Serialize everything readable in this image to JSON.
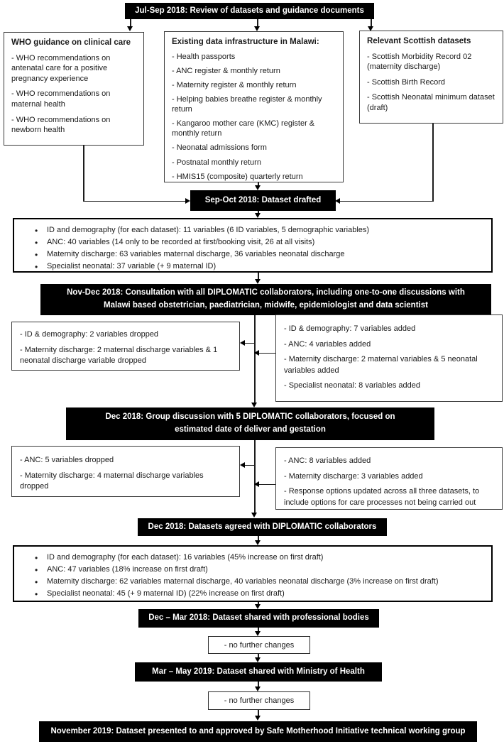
{
  "header": {
    "title": "Jul-Sep 2018: Review of datasets and guidance documents"
  },
  "sources": {
    "who": {
      "title": "WHO guidance on clinical care",
      "items": [
        "- WHO recommendations on antenatal care for a positive pregnancy experience",
        "- WHO recommendations on maternal health",
        "- WHO recommendations on newborn health"
      ]
    },
    "malawi": {
      "title": "Existing data infrastructure in Malawi:",
      "items": [
        "- Health passports",
        "- ANC register & monthly return",
        "- Maternity register & monthly return",
        "- Helping babies breathe register & monthly return",
        "- Kangaroo mother care (KMC) register & monthly return",
        "- Neonatal admissions form",
        "- Postnatal monthly return",
        "- HMIS15 (composite) quarterly return"
      ]
    },
    "scottish": {
      "title": "Relevant Scottish datasets",
      "items": [
        "- Scottish Morbidity Record 02 (maternity discharge)",
        "- Scottish Birth Record",
        "- Scottish Neonatal minimum dataset (draft)"
      ]
    }
  },
  "drafted": {
    "title": "Sep-Oct 2018:  Dataset drafted",
    "bullets": [
      "ID and demography (for each dataset): 11 variables (6 ID variables, 5 demographic variables)",
      "ANC: 40 variables (14 only to be recorded at first/booking visit, 26 at all visits)",
      "Maternity discharge: 63 variables maternal discharge, 36 variables neonatal discharge",
      "Specialist neonatal: 37 variable (+ 9 maternal ID)"
    ]
  },
  "consultation": {
    "title": "Nov-Dec 2018: Consultation with all DIPLOMATIC collaborators, including one-to-one discussions with Malawi based obstetrician, paediatrician, midwife, epidemiologist and data scientist",
    "dropped": [
      "- ID & demography: 2 variables dropped",
      "- Maternity discharge: 2 maternal discharge variables & 1 neonatal discharge variable dropped"
    ],
    "added": [
      "- ID & demography: 7 variables added",
      "- ANC: 4 variables added",
      "- Maternity discharge: 2 maternal variables & 5 neonatal variables added",
      "- Specialist neonatal: 8 variables added"
    ]
  },
  "group_discussion": {
    "title": "Dec 2018: Group discussion with 5 DIPLOMATIC collaborators, focused on estimated date of deliver and gestation",
    "dropped": [
      "- ANC: 5 variables dropped",
      "- Maternity discharge: 4 maternal discharge variables dropped"
    ],
    "added": [
      "- ANC: 8 variables added",
      "- Maternity discharge: 3 variables added",
      "- Response options updated across all three datasets, to include options for care processes not being carried out"
    ]
  },
  "agreed": {
    "title": "Dec 2018: Datasets agreed with DIPLOMATIC collaborators",
    "bullets": [
      "ID and demography (for each dataset): 16 variables (45% increase on first draft)",
      "ANC: 47 variables (18% increase on first draft)",
      "Maternity discharge: 62 variables maternal discharge, 40 variables neonatal discharge (3% increase on first draft)",
      "Specialist neonatal: 45 (+ 9 maternal ID) (22% increase on first draft)"
    ]
  },
  "professional": {
    "title": "Dec – Mar 2018: Dataset shared with professional bodies",
    "note": "- no further changes"
  },
  "ministry": {
    "title": "Mar – May 2019: Dataset shared with Ministry of Health",
    "note": "- no further changes"
  },
  "final": {
    "title": "November 2019: Dataset presented to and approved by Safe Motherhood Initiative technical working group"
  },
  "colors": {
    "phase_box_bg": "#000000",
    "phase_box_text": "#ffffff",
    "border": "#000000",
    "background": "#ffffff"
  }
}
